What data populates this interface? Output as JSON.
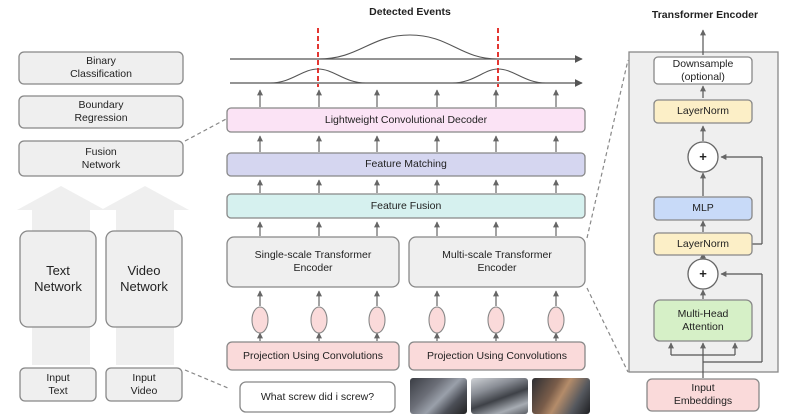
{
  "titles": {
    "detected_events": "Detected Events",
    "transformer_encoder": "Transformer Encoder"
  },
  "left": {
    "binary_classification": "Binary\nClassification",
    "boundary_regression": "Boundary\nRegression",
    "fusion_network": "Fusion\nNetwork",
    "text_network": "Text\nNetwork",
    "video_network": "Video\nNetwork",
    "input_text": "Input\nText",
    "input_video": "Input\nVideo"
  },
  "middle": {
    "decoder": "Lightweight Convolutional Decoder",
    "matching": "Feature Matching",
    "fusion": "Feature Fusion",
    "single_scale": "Single-scale Transformer\nEncoder",
    "multi_scale": "Multi-scale Transformer\nEncoder",
    "projection_left": "Projection Using Convolutions",
    "projection_right": "Projection Using Convolutions",
    "query": "What screw did i screw?"
  },
  "encoder": {
    "downsample": "Downsample\n(optional)",
    "layernorm_top": "LayerNorm",
    "plus_top": "+",
    "mlp": "MLP",
    "layernorm_bottom": "LayerNorm",
    "plus_bottom": "+",
    "attention": "Multi-Head\nAttention",
    "input_embeddings": "Input\nEmbeddings"
  },
  "colors": {
    "decoder": "#fbe3f5",
    "matching": "#d5d6f0",
    "fusion": "#d6f1ef",
    "projection": "#fadada",
    "ellipse": "#fadada",
    "layernorm": "#fcefc7",
    "mlp": "#c8daf8",
    "attention": "#d6f0c7",
    "gray_box": "#efefef",
    "event_marker": "#e0201b"
  }
}
